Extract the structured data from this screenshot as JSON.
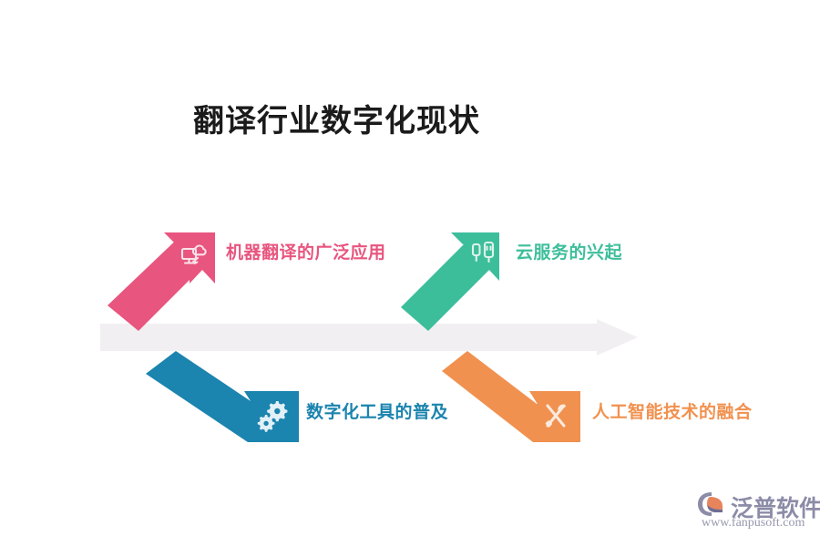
{
  "title": "翻译行业数字化现状",
  "diagram": {
    "type": "fishbone-arrow-diagram",
    "spine": {
      "name": "central-arrow",
      "color": "#F1EFF2",
      "direction": "right"
    },
    "branches": [
      {
        "id": "mt",
        "label": "机器翻译的广泛应用",
        "color": "#E8557F",
        "icon": "monitor-cloud-sync-icon",
        "direction": "up-right",
        "side": "top"
      },
      {
        "id": "cloud",
        "label": "云服务的兴起",
        "color": "#3DBE9B",
        "icon": "usb-connector-icon",
        "direction": "up-right",
        "side": "top"
      },
      {
        "id": "tools",
        "label": "数字化工具的普及",
        "color": "#1B84AF",
        "icon": "gears-icon",
        "direction": "down-right",
        "side": "bottom"
      },
      {
        "id": "ai",
        "label": "人工智能技术的融合",
        "color": "#F1914F",
        "icon": "wrench-screwdriver-icon",
        "direction": "down-right",
        "side": "bottom"
      }
    ]
  },
  "logo": {
    "mark": "fanpu-swoosh-logo",
    "wordmark": "泛普软件",
    "url": "www.fanpusoft.com",
    "colors": {
      "mark_primary": "#8C8CA8",
      "mark_accent": "#E8845C",
      "word": "#8C8CA8"
    }
  }
}
